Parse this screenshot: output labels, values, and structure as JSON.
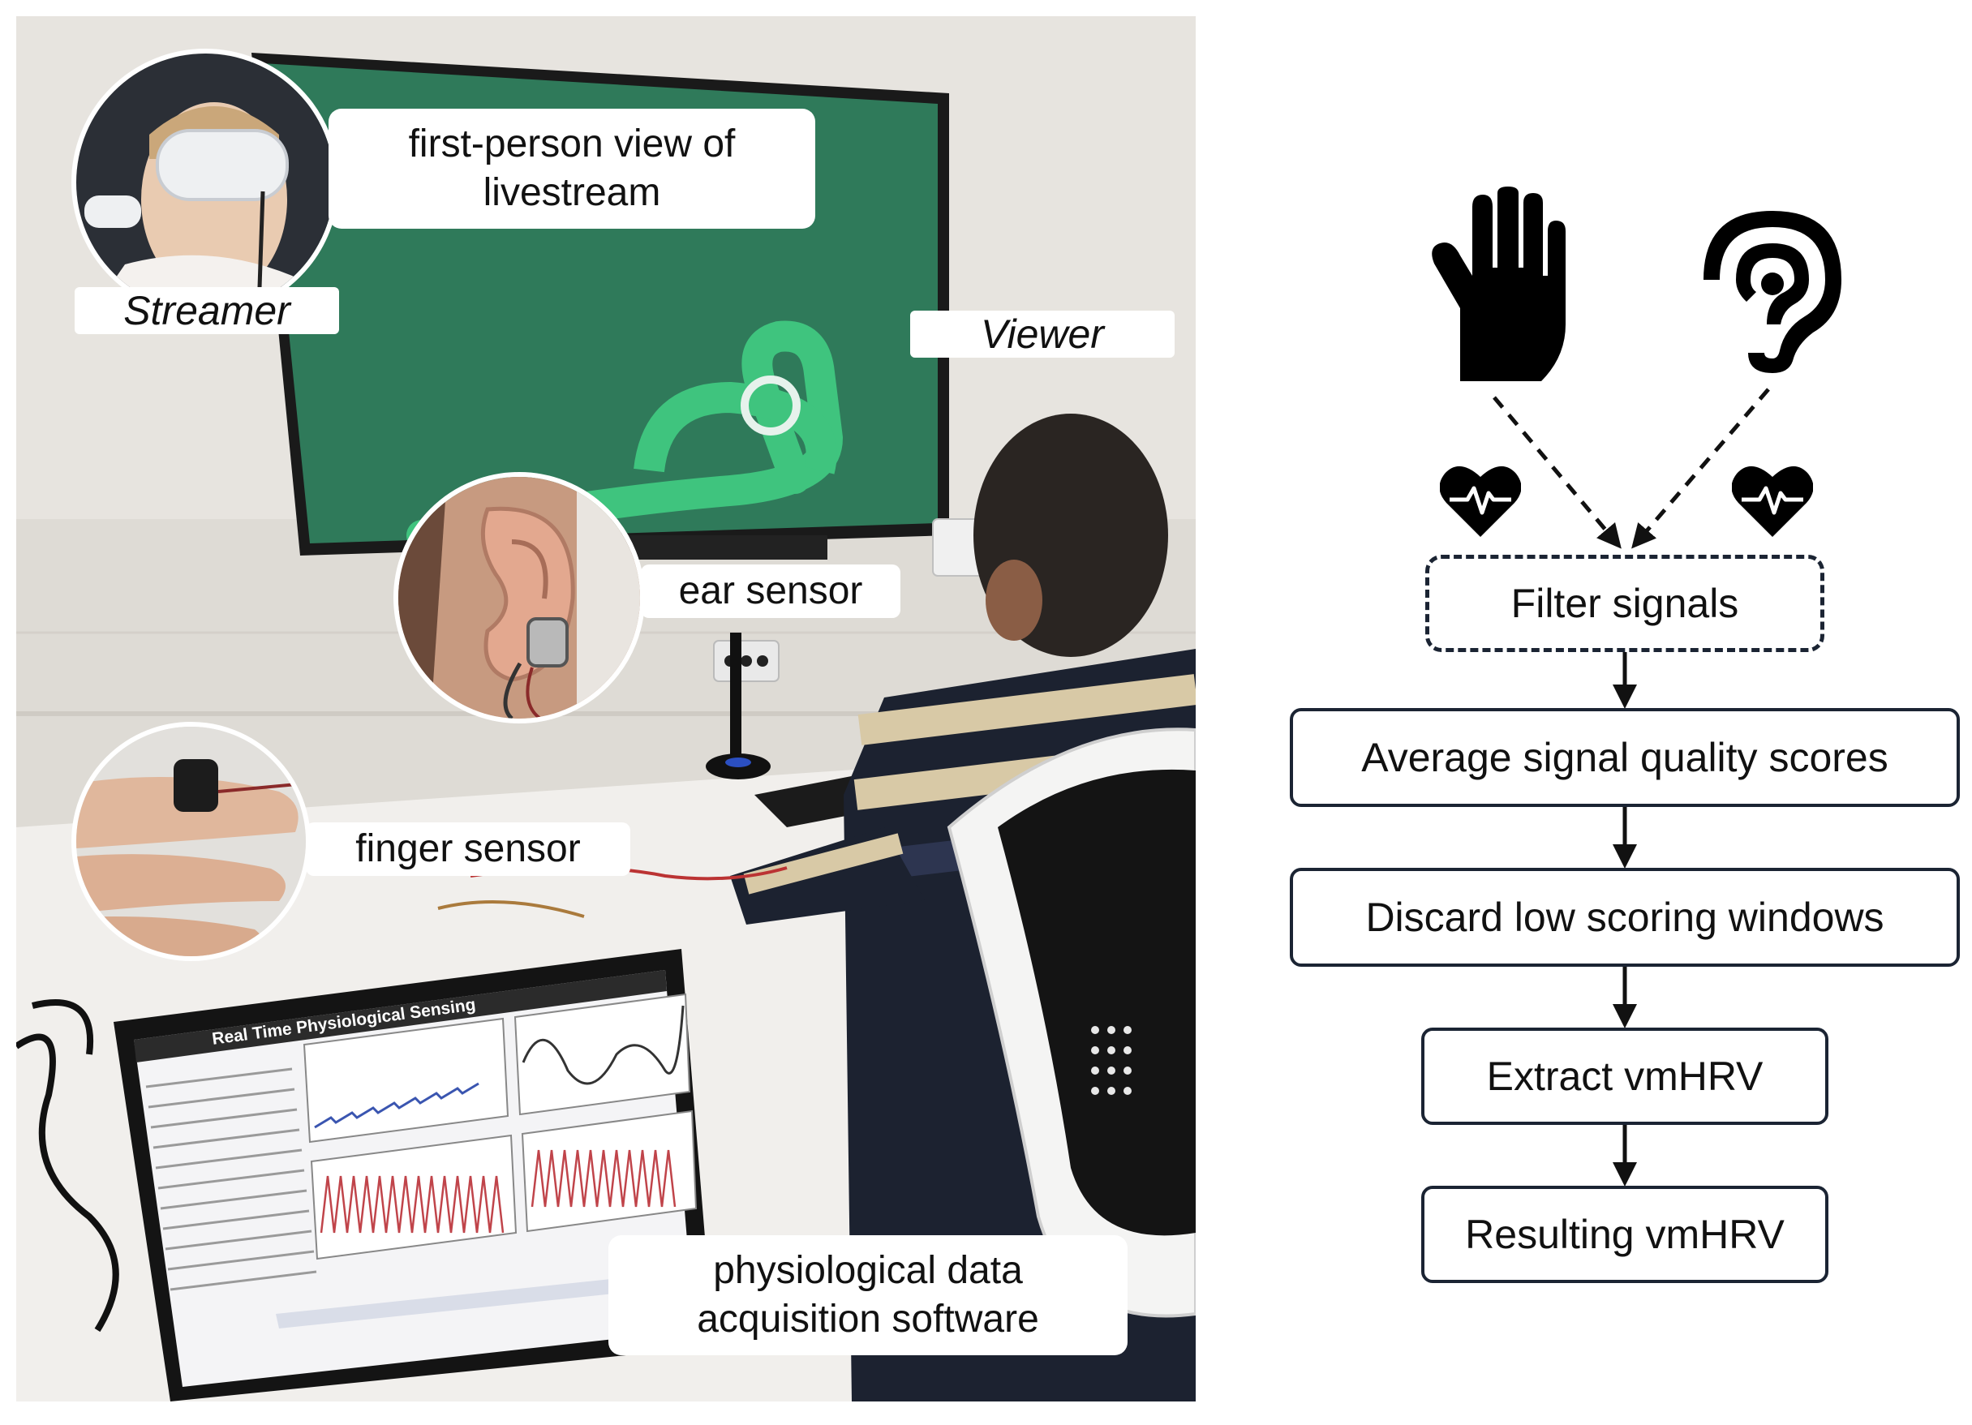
{
  "photo": {
    "callouts": {
      "livestream": "first-person view of\nlivestream",
      "streamer": "Streamer",
      "viewer": "Viewer",
      "ear_sensor": "ear sensor",
      "finger_sensor": "finger sensor",
      "software": "physiological data\nacquisition software"
    },
    "laptop_title": "Real Time Physiological Sensing"
  },
  "flow": {
    "icons": [
      "hand-icon",
      "ear-icon",
      "heart-pulse-icon",
      "heart-pulse-icon"
    ],
    "steps": [
      "Filter signals",
      "Average signal quality scores",
      "Discard low scoring windows",
      "Extract vmHRV",
      "Resulting vmHRV"
    ]
  },
  "colors": {
    "screen_green": "#2f7a5a",
    "track_green": "#3fc47e",
    "box_border": "#1b2433",
    "wave_red": "#c0444a",
    "wave_blue": "#3a55b0"
  }
}
